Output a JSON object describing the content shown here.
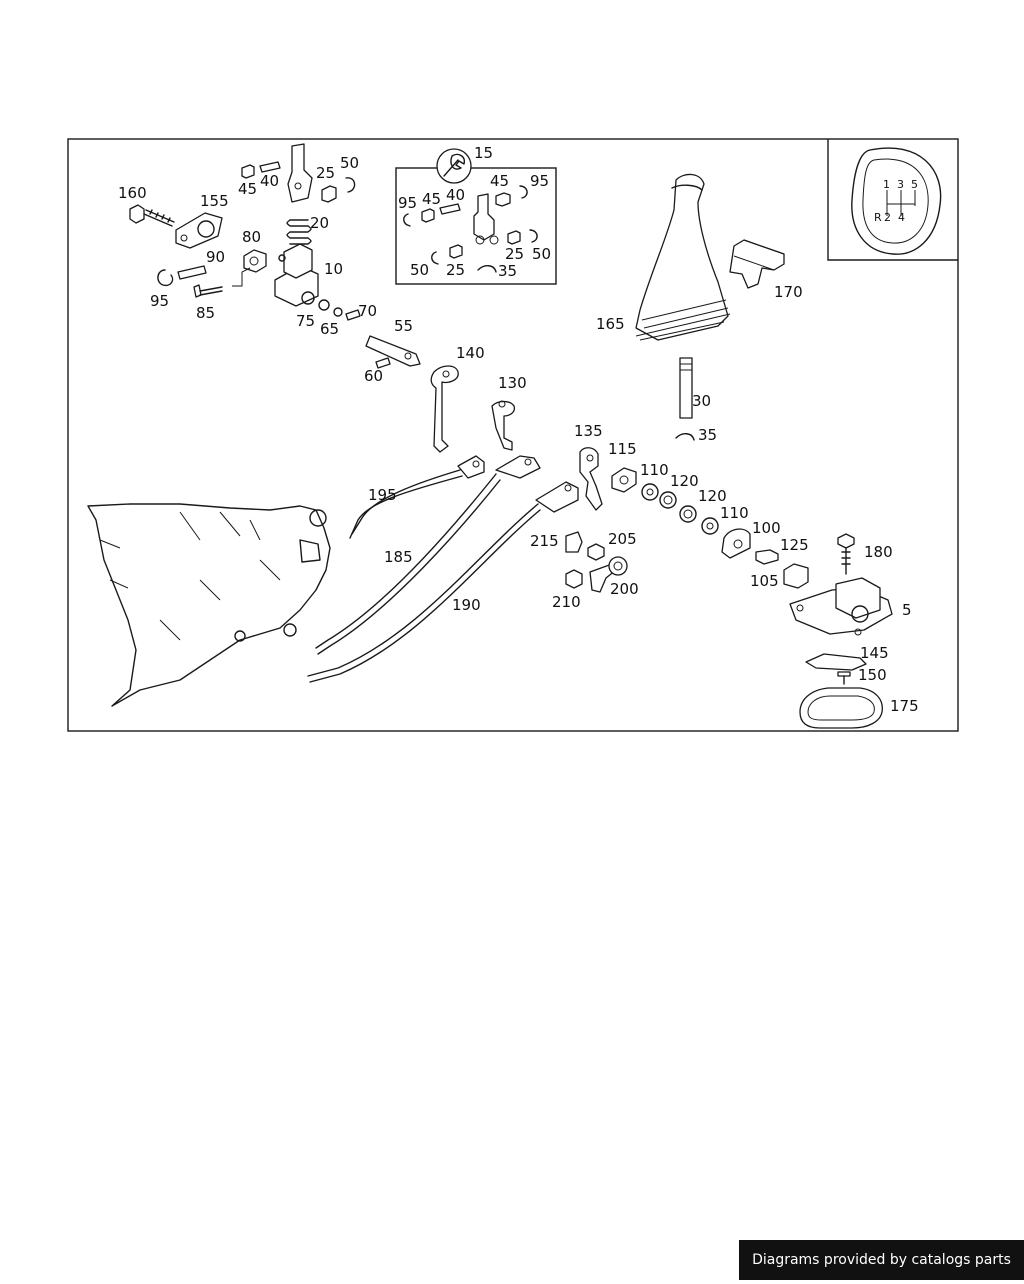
{
  "diagram": {
    "part_numbers": [
      "5",
      "10",
      "15",
      "20",
      "25",
      "30",
      "35",
      "40",
      "45",
      "50",
      "55",
      "60",
      "65",
      "70",
      "75",
      "80",
      "85",
      "90",
      "95",
      "100",
      "105",
      "110",
      "115",
      "120",
      "125",
      "130",
      "135",
      "140",
      "145",
      "150",
      "155",
      "160",
      "165",
      "170",
      "175",
      "180",
      "185",
      "190",
      "195",
      "200",
      "205",
      "210",
      "215"
    ],
    "gear_pattern": {
      "top": [
        "1",
        "3",
        "5"
      ],
      "bottom": [
        "R",
        "2",
        "4"
      ]
    }
  },
  "credit": "Diagrams provided by catalogs parts"
}
